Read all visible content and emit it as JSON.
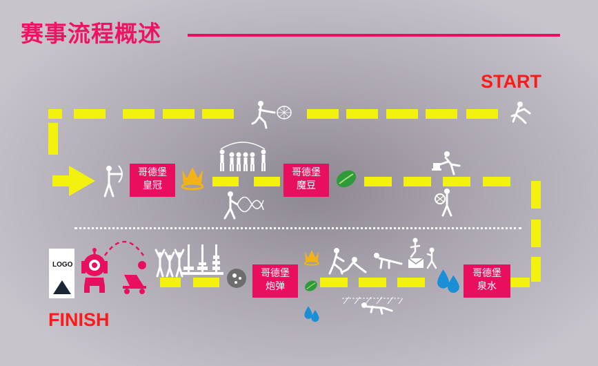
{
  "title": "赛事流程概述",
  "start_label": "START",
  "finish_label": "FINISH",
  "logo_text": "LOGO",
  "stations": [
    {
      "line1": "哥德堡",
      "line2": "皇冠"
    },
    {
      "line1": "哥德堡",
      "line2": "魔豆"
    },
    {
      "line1": "哥德堡",
      "line2": "炮弹"
    },
    {
      "line1": "哥德堡",
      "line2": "泉水"
    }
  ],
  "colors": {
    "title": "#ee1463",
    "path": "#f3f20f",
    "station_box": "#e8105e",
    "label_red": "#ff1a1a",
    "crown": "#f2b319",
    "bean": "#2e9a3b",
    "drop": "#1a8fd6"
  },
  "icons": [
    "runner-icon",
    "net-runner-icon",
    "box-lifter-icon",
    "jump-rope-group-icon",
    "archer-icon",
    "crown-icon",
    "rope-swing-icon",
    "bean-icon",
    "ball-runner-icon",
    "drop-icon",
    "letter-crawl-icon",
    "pushup-icon",
    "kneel-lift-icon",
    "crawler-icon",
    "cannonball-icon",
    "tower-hanoi-icon",
    "cheer-group-icon",
    "cart-icon",
    "robot-icon",
    "arrow-right-icon"
  ]
}
